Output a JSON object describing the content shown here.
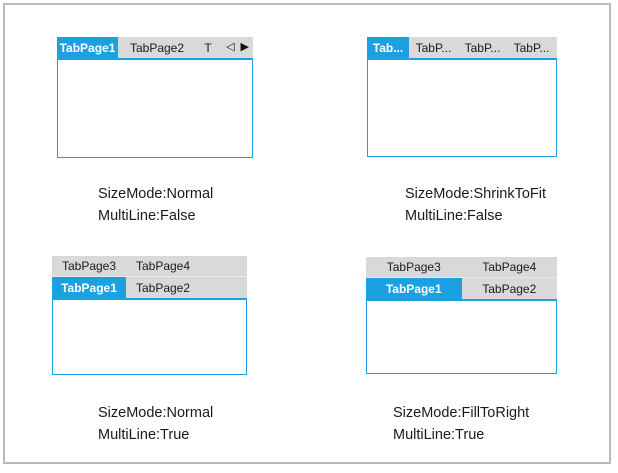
{
  "colors": {
    "accent": "#1ba1e2",
    "tab_strip_background": "#d9d9d9",
    "tab_text": "#1a1a1a",
    "selected_tab_text": "#ffffff",
    "page_border": "#b9b9b9"
  },
  "controls": {
    "top_left": {
      "tabs": {
        "tab1": "TabPage1",
        "tab2": "TabPage2",
        "tab3_truncated": "T"
      },
      "selected_tab": "TabPage1",
      "scroll_left_arrow": "◁",
      "scroll_right_arrow": "▶",
      "caption_line1": "SizeMode:Normal",
      "caption_line2": "MultiLine:False"
    },
    "top_right": {
      "tabs": {
        "tab1": "Tab...",
        "tab2": "TabP...",
        "tab3": "TabP...",
        "tab4": "TabP..."
      },
      "selected_tab": "Tab...",
      "caption_line1": "SizeMode:ShrinkToFit",
      "caption_line2": "MultiLine:False"
    },
    "bottom_left": {
      "row1": {
        "tab3": "TabPage3",
        "tab4": "TabPage4"
      },
      "row2": {
        "tab1": "TabPage1",
        "tab2": "TabPage2"
      },
      "selected_tab": "TabPage1",
      "caption_line1": "SizeMode:Normal",
      "caption_line2": "MultiLine:True"
    },
    "bottom_right": {
      "row1": {
        "tab3": "TabPage3",
        "tab4": "TabPage4"
      },
      "row2": {
        "tab1": "TabPage1",
        "tab2": "TabPage2"
      },
      "selected_tab": "TabPage1",
      "caption_line1": "SizeMode:FillToRight",
      "caption_line2": "MultiLine:True"
    }
  }
}
